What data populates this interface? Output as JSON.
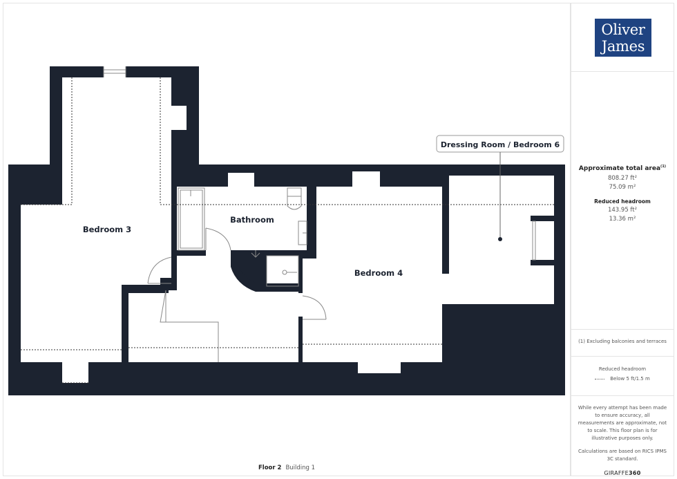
{
  "brand": {
    "logo_line1": "Oliver",
    "logo_line2": "James",
    "logo_color": "#1f4381"
  },
  "floorplan": {
    "wall_color": "#1c2330",
    "rooms": [
      {
        "name": "Bedroom 3"
      },
      {
        "name": "Bathroom"
      },
      {
        "name": "Bedroom 4"
      },
      {
        "name": "Dressing Room / Bedroom 6"
      }
    ],
    "floor_label": "Floor 2",
    "building_label": "Building 1"
  },
  "area": {
    "title": "Approximate total area",
    "title_note": "(1)",
    "ft2": "808.27 ft²",
    "m2": "75.09 m²",
    "reduced_title": "Reduced headroom",
    "reduced_ft2": "143.95 ft²",
    "reduced_m2": "13.36 m²"
  },
  "notes": {
    "footnote": "(1) Excluding balconies and terraces",
    "legend_title": "Reduced headroom",
    "legend_item": "Below 5 ft/1.5 m",
    "disclaimer": "While every attempt has been made to ensure accuracy, all measurements are approximate, not to scale. This floor plan is for illustrative purposes only.",
    "calculations": "Calculations are based on RICS IPMS 3C standard.",
    "brand_prefix": "GIRAFFE",
    "brand_suffix": "360"
  }
}
